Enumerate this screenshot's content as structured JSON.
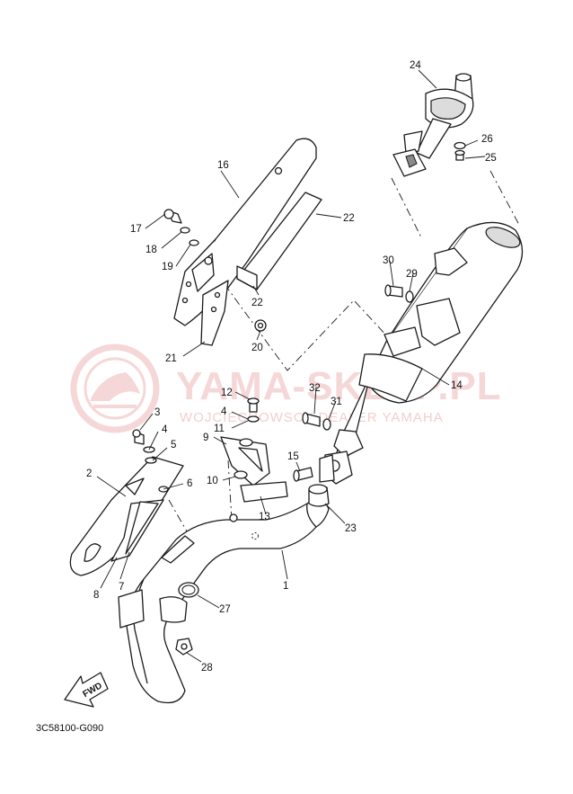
{
  "watermark": {
    "title": "YAMA-SKLEP.PL",
    "subtitle": "WOJCIECHOWSCY DEALER YAMAHA",
    "color": "#e9a7a7"
  },
  "diagram_code": "3C58100-G090",
  "fwd_label": "FWD",
  "callouts": [
    {
      "n": "1"
    },
    {
      "n": "2"
    },
    {
      "n": "3"
    },
    {
      "n": "4"
    },
    {
      "n": "5"
    },
    {
      "n": "6"
    },
    {
      "n": "7"
    },
    {
      "n": "8"
    },
    {
      "n": "9"
    },
    {
      "n": "10"
    },
    {
      "n": "11"
    },
    {
      "n": "4"
    },
    {
      "n": "12"
    },
    {
      "n": "13"
    },
    {
      "n": "14"
    },
    {
      "n": "15"
    },
    {
      "n": "16"
    },
    {
      "n": "17"
    },
    {
      "n": "18"
    },
    {
      "n": "19"
    },
    {
      "n": "20"
    },
    {
      "n": "21"
    },
    {
      "n": "22"
    },
    {
      "n": "22"
    },
    {
      "n": "23"
    },
    {
      "n": "24"
    },
    {
      "n": "25"
    },
    {
      "n": "26"
    },
    {
      "n": "27"
    },
    {
      "n": "28"
    },
    {
      "n": "29"
    },
    {
      "n": "30"
    },
    {
      "n": "31"
    },
    {
      "n": "32"
    }
  ],
  "icons": {
    "watermark_logo": "motorcycle-emblem-icon",
    "forward_arrow": "fwd-arrow-icon"
  }
}
